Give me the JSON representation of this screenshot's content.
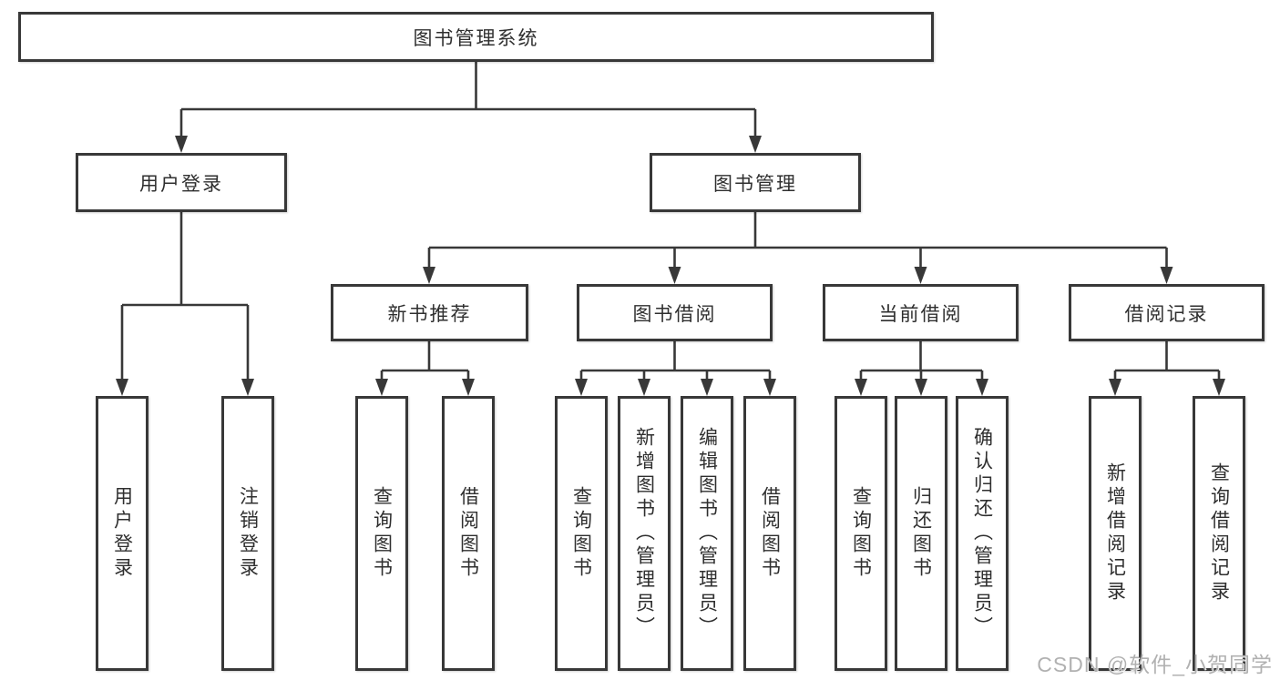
{
  "diagram": {
    "colors": {
      "line": "#383838",
      "text": "#2f2f2f",
      "box_bg": "#ffffff"
    },
    "nodes": {
      "root": "图书管理系统",
      "user_login": "用户登录",
      "book_mgmt": "图书管理",
      "new_book_rec": "新书推荐",
      "book_borrow": "图书借阅",
      "current_borrow": "当前借阅",
      "borrow_record": "借阅记录",
      "leaf_user_login": "用户登录",
      "leaf_logout": "注销登录",
      "leaf_nb_query_book": "查询图书",
      "leaf_nb_borrow_book": "借阅图书",
      "leaf_bb_query_book": "查询图书",
      "leaf_bb_add_book": "新增图书（管理员）",
      "leaf_bb_edit_book": "编辑图书（管理员）",
      "leaf_bb_borrow_book": "借阅图书",
      "leaf_cb_query_book": "查询图书",
      "leaf_cb_return_book": "归还图书",
      "leaf_cb_confirm_return": "确认归还（管理员）",
      "leaf_br_add_record": "新增借阅记录",
      "leaf_br_query_record": "查询借阅记录"
    }
  },
  "watermark": "CSDN @软件_小贺同学"
}
